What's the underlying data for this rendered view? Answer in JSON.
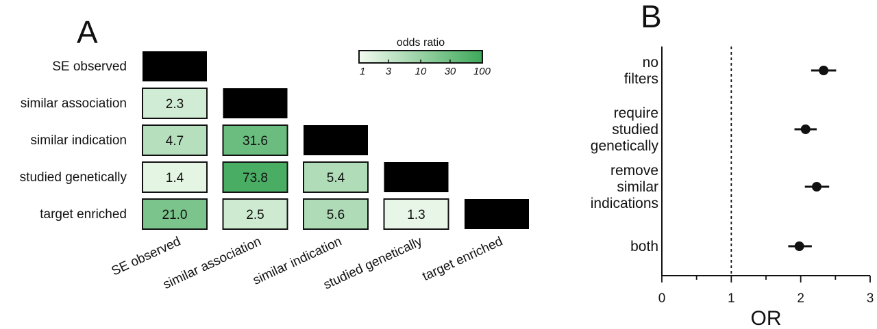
{
  "chart_data": [
    {
      "panel": "A",
      "type": "heatmap",
      "row_labels": [
        "SE observed",
        "similar association",
        "similar indication",
        "studied genetically",
        "target enriched"
      ],
      "col_labels": [
        "SE observed",
        "similar association",
        "similar indication",
        "studied genetically",
        "target enriched"
      ],
      "cells": [
        {
          "row": 1,
          "col": 0,
          "value": 2.3,
          "label": "2.3"
        },
        {
          "row": 2,
          "col": 0,
          "value": 4.7,
          "label": "4.7"
        },
        {
          "row": 2,
          "col": 1,
          "value": 31.6,
          "label": "31.6"
        },
        {
          "row": 3,
          "col": 0,
          "value": 1.4,
          "label": "1.4"
        },
        {
          "row": 3,
          "col": 1,
          "value": 73.8,
          "label": "73.8"
        },
        {
          "row": 3,
          "col": 2,
          "value": 5.4,
          "label": "5.4"
        },
        {
          "row": 4,
          "col": 0,
          "value": 21.0,
          "label": "21.0"
        },
        {
          "row": 4,
          "col": 1,
          "value": 2.5,
          "label": "2.5"
        },
        {
          "row": 4,
          "col": 2,
          "value": 5.6,
          "label": "5.6"
        },
        {
          "row": 4,
          "col": 3,
          "value": 1.3,
          "label": "1.3"
        }
      ],
      "diagonal_color": "#000000",
      "colorbar": {
        "title": "odds ratio",
        "scale": "log",
        "range": [
          1,
          100
        ],
        "ticks": [
          1,
          3,
          10,
          30,
          100
        ],
        "tick_labels": [
          "1",
          "3",
          "10",
          "30",
          "100"
        ],
        "color_low": "#f2fbef",
        "color_high": "#3ea85a"
      }
    },
    {
      "panel": "B",
      "type": "scatter",
      "categories": [
        "no\nfilters",
        "require\nstudied\ngenetically",
        "remove\nsimilar\nindications",
        "both"
      ],
      "values": [
        2.33,
        2.07,
        2.23,
        1.98
      ],
      "ci_low": [
        2.15,
        1.91,
        2.06,
        1.82
      ],
      "ci_high": [
        2.51,
        2.23,
        2.41,
        2.16
      ],
      "xlabel": "OR",
      "xlim": [
        0,
        3
      ],
      "xticks": [
        0,
        1,
        2,
        3
      ],
      "xtick_labels": [
        "0",
        "1",
        "2",
        "3"
      ],
      "reference_line": 1,
      "point_color": "#111111"
    }
  ]
}
